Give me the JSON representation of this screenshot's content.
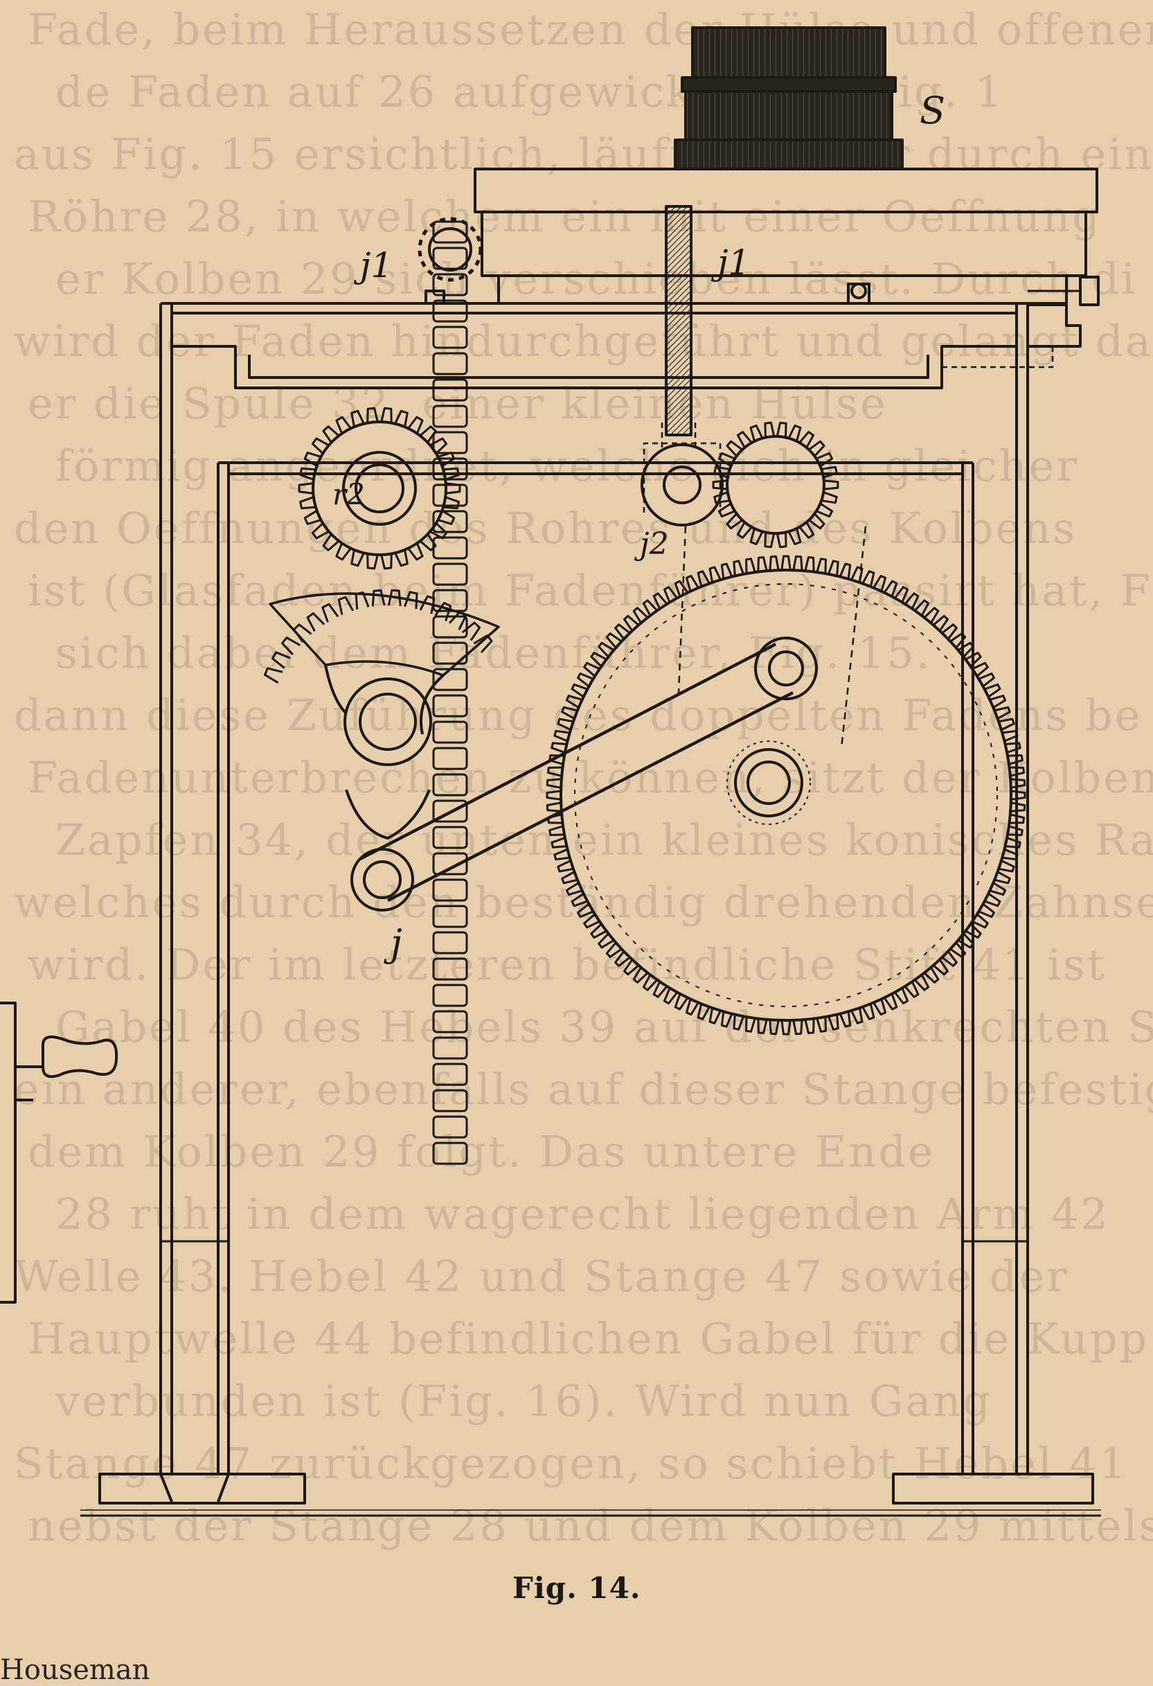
{
  "figure": {
    "caption": "Fig. 14."
  },
  "footer": {
    "running_text": "Houseman"
  },
  "labels": {
    "top_coil": "S",
    "chain_wheel_top": "j1",
    "screw_spindle": "j1",
    "upper_left_gear_hub": "r2",
    "small_pinion": "j2",
    "chain_bottom": "j"
  },
  "show_through_text": [
    "Fade, beim Heraussetzen der Hülse und offenen",
    "de Faden auf 26 aufgewickelt ist (Fig. 1",
    "aus Fig. 15 ersichtlich, läuft letzterer durch ein",
    "Röhre 28, in welchem ein mit einer Oeffnung",
    "er Kolben 29 sich verschieben lässt. Durch di",
    "wird der Faden hindurchgeführt und gelangt dan",
    "er die Spule 32, einer kleinen Hülse",
    "förmig angeordnet, welche sich in gleicher",
    "den Oeffnungen des Rohres und des Kolbens",
    "ist (Glasfaden beim Fadenführer) passirt hat, Fig",
    "sich dabei dem Fadenführer, Fig. 15.",
    "dann diese Zuführung des doppelten Fadens be",
    "Fadenunterbrechen zu können, sitzt der Kolben",
    "Zapfen 34, der unten ein kleines konisches Rad",
    "welches durch den beständig drehenden Zahnsector",
    "wird. Der im letzteren befindliche Stift 41 ist",
    "Gabel 40 des Hebels 39 auf der senkrechten Stange",
    "ein anderer, ebenfalls auf dieser Stange befestig",
    "dem Kolben 29 folgt. Das untere Ende",
    "28 ruht in dem wagerecht liegenden Arm 42",
    "Welle 43. Hebel 42 und Stange 47 sowie der",
    "Hauptwelle 44 befindlichen Gabel für die Kupp",
    "verbunden ist (Fig. 16). Wird nun Gang",
    "Stange 47 zurückgezogen, so schiebt Hebel 41",
    "nebst der Stange 28 und dem Kolben 29 mittels"
  ]
}
